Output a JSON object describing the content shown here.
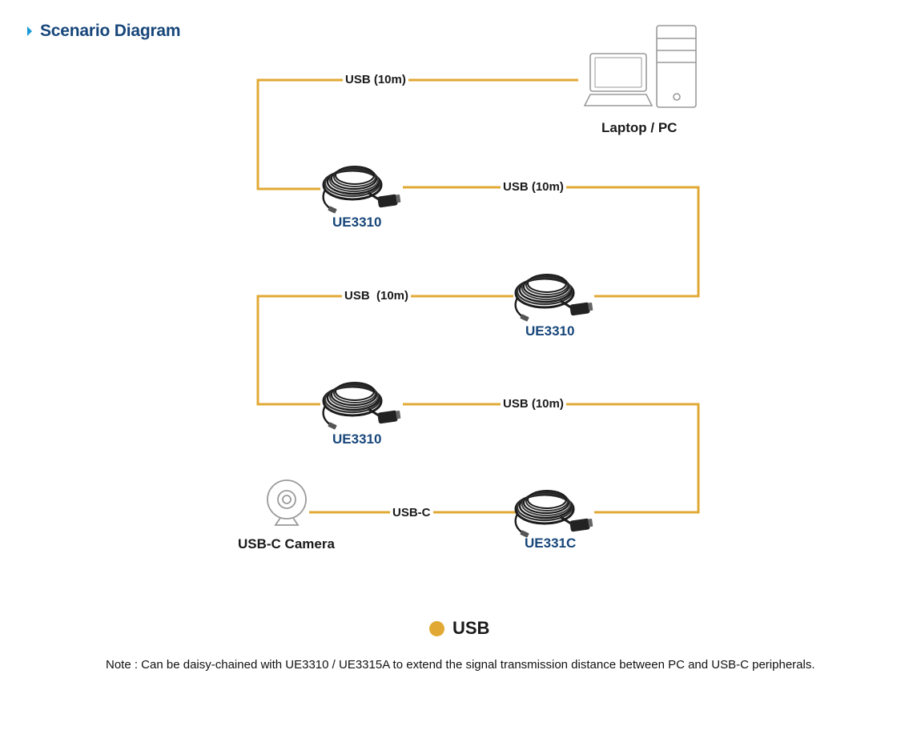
{
  "header": {
    "title": "Scenario Diagram",
    "arrow_icon": "triangle-right-icon"
  },
  "colors": {
    "cable": "#e1a934",
    "title": "#17467a",
    "device_label": "#17467a",
    "text": "#1a1a1a",
    "arrow": "#1a9ad6"
  },
  "nodes": {
    "pc": {
      "label": "Laptop / PC",
      "icon": "laptop-desktop-icon"
    },
    "ext1": {
      "label": "UE3310",
      "icon": "cable-coil-icon"
    },
    "ext2": {
      "label": "UE3310",
      "icon": "cable-coil-icon"
    },
    "ext3": {
      "label": "UE3310",
      "icon": "cable-coil-icon"
    },
    "ext4": {
      "label": "UE331C",
      "icon": "cable-coil-icon"
    },
    "camera": {
      "label": "USB-C Camera",
      "icon": "webcam-icon"
    }
  },
  "connections": [
    {
      "from": "pc",
      "to": "ext1",
      "label": "USB (10m)"
    },
    {
      "from": "ext1",
      "to": "ext2",
      "label": "USB (10m)"
    },
    {
      "from": "ext2",
      "to": "ext3",
      "label": "USB  (10m)"
    },
    {
      "from": "ext3",
      "to": "ext4",
      "label": "USB (10m)"
    },
    {
      "from": "ext4",
      "to": "camera",
      "label": "USB-C"
    }
  ],
  "legend": {
    "label": "USB"
  },
  "note": "Note : Can be daisy-chained with UE3310 / UE3315A to extend the signal transmission distance between PC and USB-C peripherals."
}
